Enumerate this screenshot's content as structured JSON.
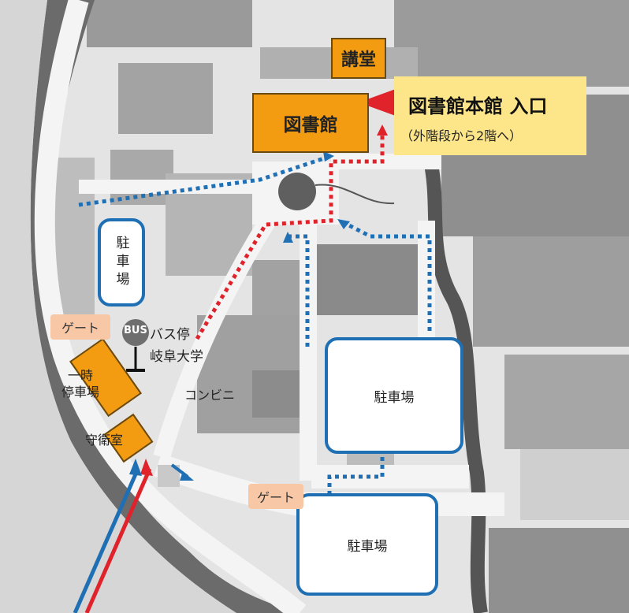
{
  "colors": {
    "road": "#f4f4f4",
    "block": "#9a9a9a",
    "dark_ring": "#5f5f5f",
    "building": "#f39c12",
    "callout": "#fde68a",
    "route_red": "#e0222b",
    "route_blue": "#1f6fb5",
    "gate": "#f7c7a6"
  },
  "entrance": {
    "title": "図書館本館 入口",
    "note": "（外階段から2階へ）"
  },
  "buildings": {
    "library": "図書館",
    "lecture": "講堂",
    "temp_parking": "一時\n停車場",
    "guard": "守衛室"
  },
  "parking": {
    "west": "駐車場",
    "east": "駐車場",
    "south": "駐車場"
  },
  "gates": {
    "west": "ゲート",
    "south": "ゲート"
  },
  "bus": {
    "badge": "BUS",
    "stop_label": "バス停",
    "stop_name": "岐阜大学"
  },
  "convenience_store": "コンビニ"
}
